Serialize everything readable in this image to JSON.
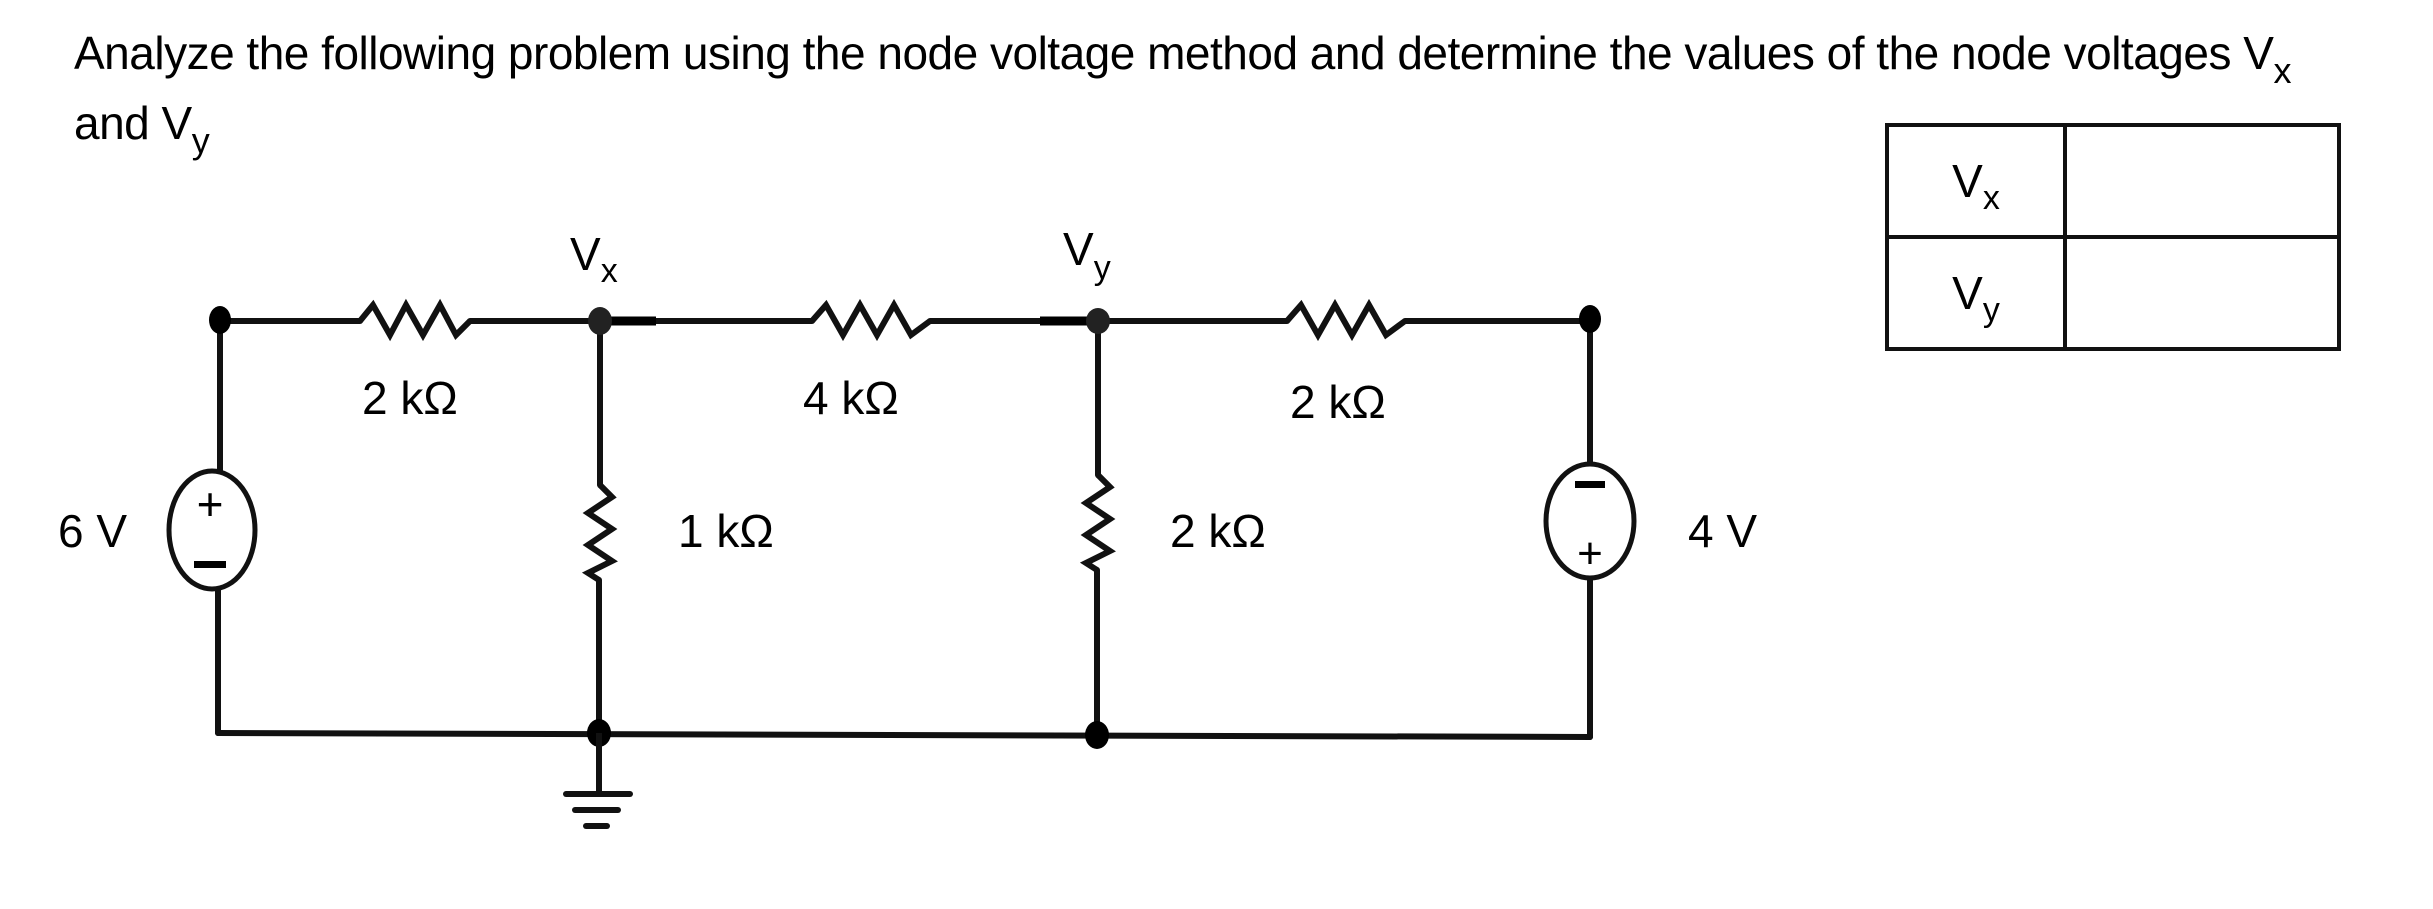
{
  "question": {
    "text": "Analyze the following problem using the node voltage method and determine the values of the node voltages",
    "var_x": "V",
    "var_x_sub": "x",
    "conj": "and",
    "var_y": "V",
    "var_y_sub": "y"
  },
  "circuit": {
    "node_labels": {
      "vx": {
        "main": "V",
        "sub": "x"
      },
      "vy": {
        "main": "V",
        "sub": "y"
      }
    },
    "resistors": [
      {
        "id": "r-top-left",
        "label": "2 kΩ"
      },
      {
        "id": "r-top-middle",
        "label": "4 kΩ"
      },
      {
        "id": "r-top-right",
        "label": "2 kΩ"
      },
      {
        "id": "r-vx-ground",
        "label": "1 kΩ"
      },
      {
        "id": "r-vy-ground",
        "label": "2 kΩ"
      }
    ],
    "sources": [
      {
        "id": "source-6v",
        "label": "6 V",
        "top_sign": "+",
        "bottom_sign": "−"
      },
      {
        "id": "source-4v",
        "label": "4 V",
        "top_sign": "−",
        "bottom_sign": "+"
      }
    ],
    "ground": "ground-icon"
  },
  "answer_table": {
    "rows": [
      {
        "label": "V",
        "sub": "x",
        "value": ""
      },
      {
        "label": "V",
        "sub": "y",
        "value": ""
      }
    ]
  }
}
